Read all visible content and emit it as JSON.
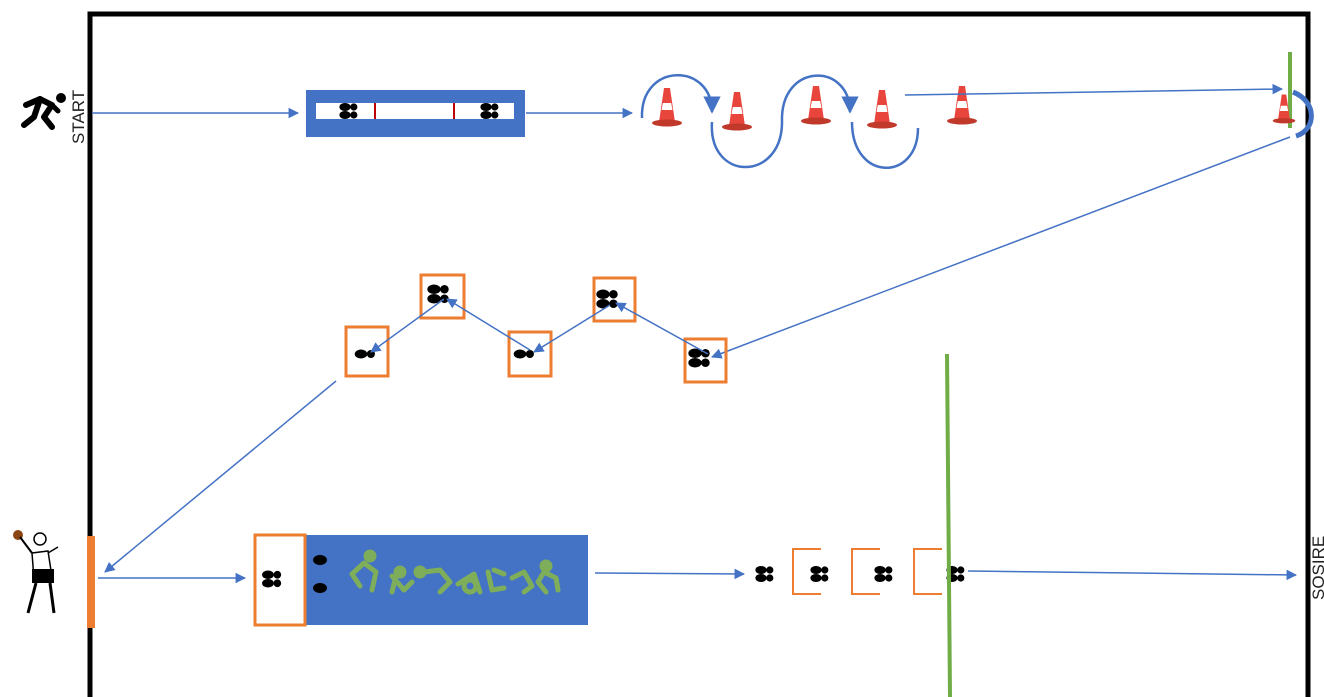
{
  "labels": {
    "start": "START",
    "finish": "SOSIRE"
  },
  "colors": {
    "arrow": "#4472c4",
    "mat": "#4472c4",
    "box": "#ed7d31",
    "line": "#70ad47",
    "cone": "#e8453c",
    "border": "#000000",
    "figure": "#7fae5a"
  },
  "stations": [
    "start-runner",
    "footprint-mat",
    "cone-slalom",
    "turn-cone",
    "footprint-zigzag",
    "ball-thrower",
    "exercise-mat",
    "footprint-frames",
    "finish"
  ]
}
